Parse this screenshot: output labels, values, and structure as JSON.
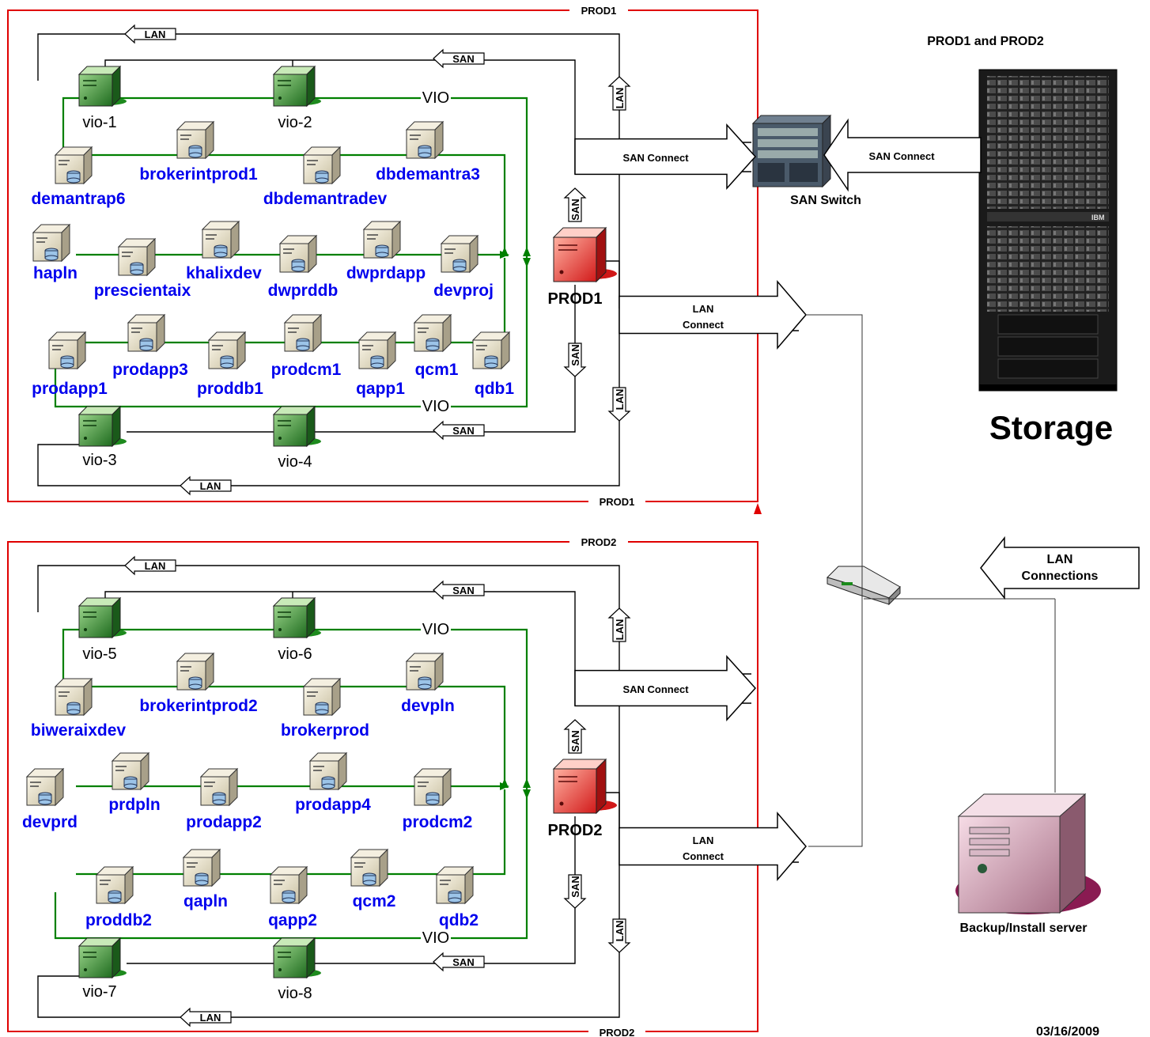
{
  "title_storage": "Storage",
  "storage_heading": "PROD1 and PROD2",
  "date": "03/16/2009",
  "san_switch_label": "SAN Switch",
  "backup_label": "Backup/Install server",
  "lan_connections": [
    "LAN",
    "Connections"
  ],
  "frame_label_1": "PROD1",
  "frame_label_2": "PROD2",
  "host_1": "PROD1",
  "host_2": "PROD2",
  "lan_label": "LAN",
  "san_label": "SAN",
  "vio_label": "VIO",
  "san_connect": "SAN Connect",
  "lan_connect": [
    "LAN",
    "Connect"
  ],
  "colors": {
    "frame": "#e00000",
    "vio_net": "#008000",
    "vm_text": "#0000ee",
    "prod_server": "#e03030",
    "vio_server": "#2e8b2e"
  },
  "icons": [
    "server-icon",
    "vio-server-icon",
    "storage-rack-icon",
    "san-switch-icon",
    "network-switch-icon",
    "backup-server-icon"
  ],
  "prod1": {
    "vio": [
      "vio-1",
      "vio-2",
      "vio-3",
      "vio-4"
    ],
    "vms": [
      "demantrap6",
      "brokerintprod1",
      "dbdemantradev",
      "dbdemantra3",
      "hapln",
      "prescientaix",
      "khalixdev",
      "dwprddb",
      "dwprdapp",
      "devproj",
      "prodapp1",
      "prodapp3",
      "proddb1",
      "prodcm1",
      "qapp1",
      "qcm1",
      "qdb1"
    ]
  },
  "prod2": {
    "vio": [
      "vio-5",
      "vio-6",
      "vio-7",
      "vio-8"
    ],
    "vms": [
      "biweraixdev",
      "brokerintprod2",
      "brokerprod",
      "devpln",
      "devprd",
      "prdpln",
      "prodapp2",
      "prodapp4",
      "prodcm2",
      "proddb2",
      "qapln",
      "qapp2",
      "qcm2",
      "qdb2"
    ]
  }
}
